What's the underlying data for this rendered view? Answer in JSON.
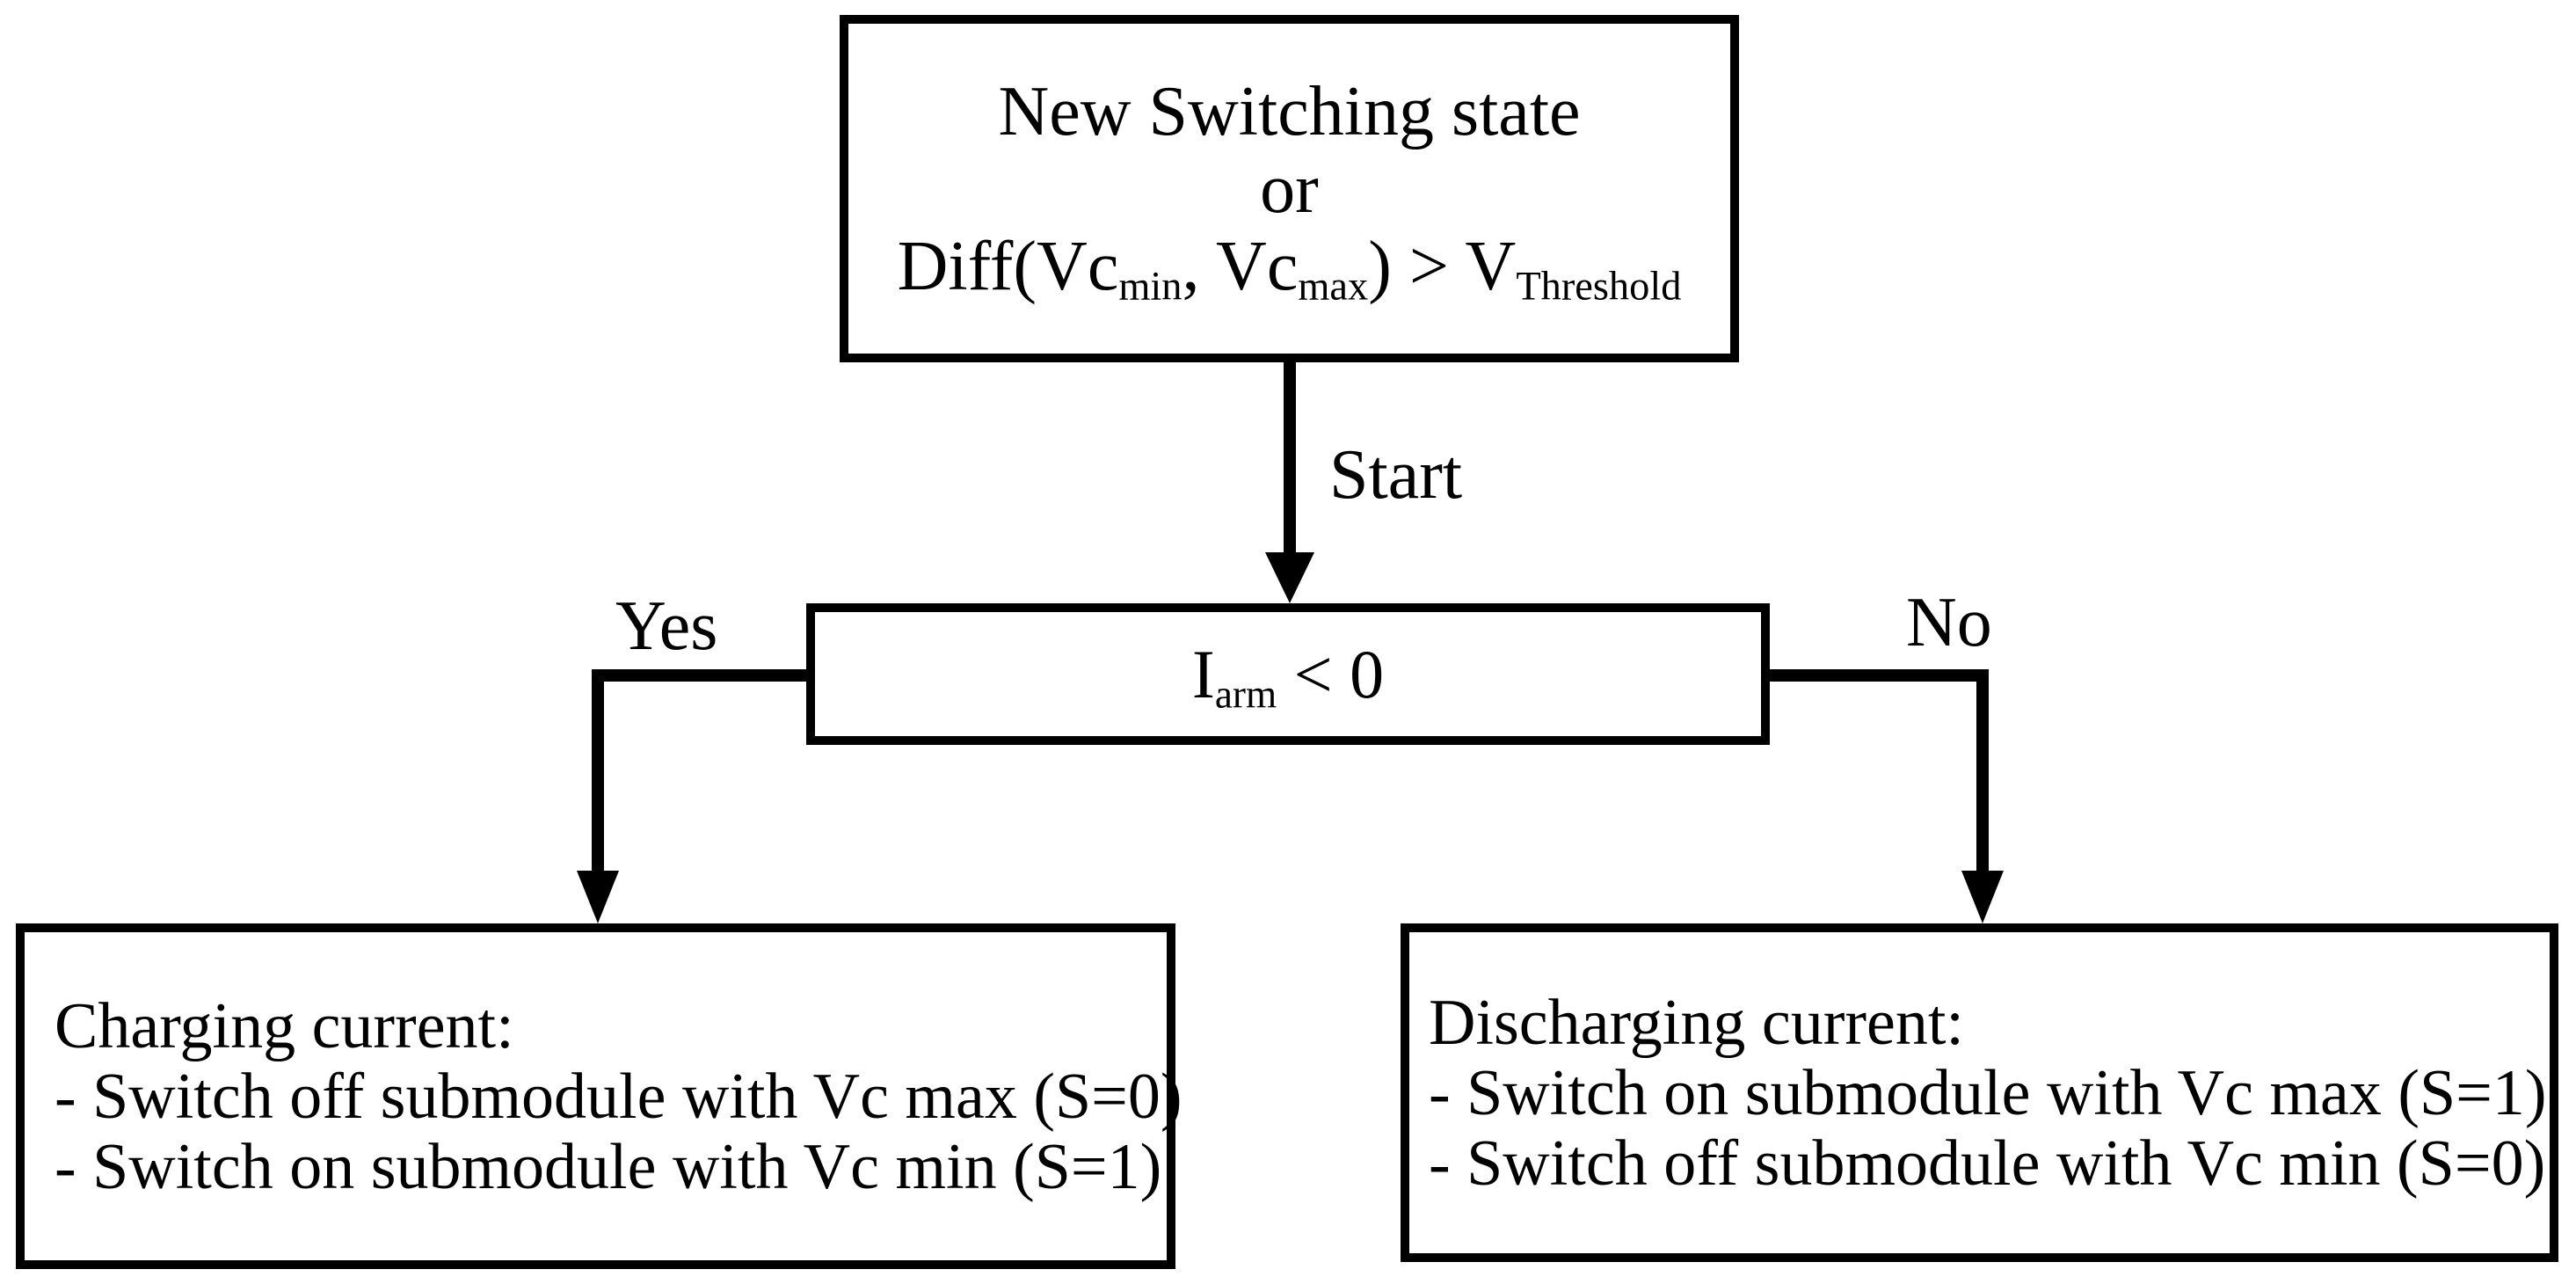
{
  "canvas": {
    "background_color": "#ffffff",
    "line_color": "#000000"
  },
  "boxes": {
    "condition": {
      "line1": "New Switching state",
      "line2": "or",
      "line3_seg1": "Diff(Vc",
      "line3_sub1": "min",
      "line3_seg2": ", Vc",
      "line3_sub2": "max",
      "line3_seg3": ") > V",
      "line3_sub3": "Threshold"
    },
    "decision": {
      "seg1": "I",
      "sub1": "arm",
      "seg2": " < 0"
    },
    "charging": {
      "title": "Charging current:",
      "item1": "- Switch off submodule with Vc max (S=0)",
      "item2": "- Switch on submodule with Vc min (S=1)"
    },
    "discharging": {
      "title": "Discharging current:",
      "item1": "- Switch on submodule with Vc max (S=1)",
      "item2": "- Switch off submodule with Vc min (S=0)"
    }
  },
  "edge_labels": {
    "start": "Start",
    "yes": "Yes",
    "no": "No"
  }
}
